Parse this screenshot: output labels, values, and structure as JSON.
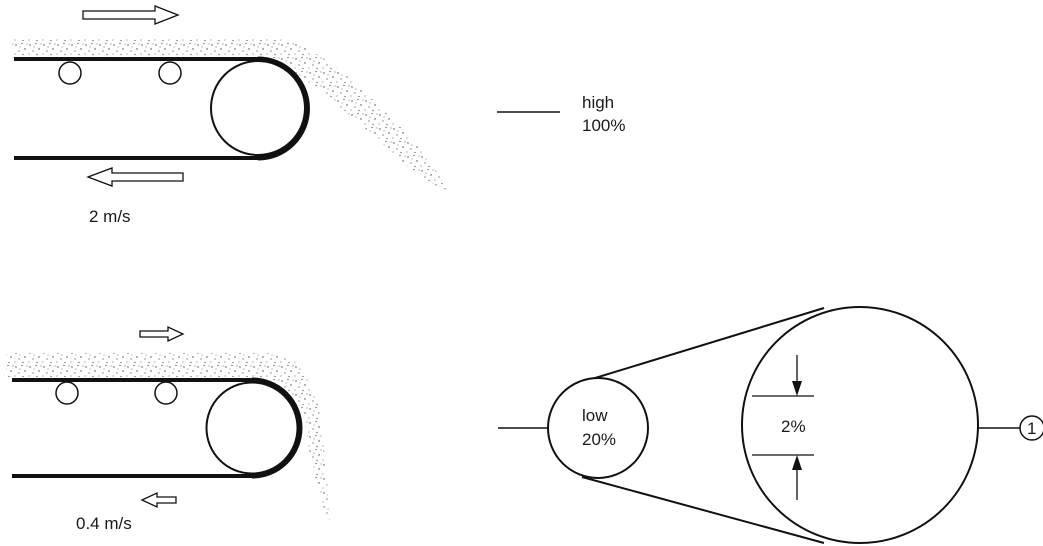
{
  "conveyor_high": {
    "speed_label": "2 m/s",
    "level_label": "high",
    "level_percent": "100%"
  },
  "conveyor_low": {
    "speed_label": "0.4 m/s",
    "level_label": "low",
    "level_percent": "20%"
  },
  "detail": {
    "gap_label": "2%",
    "callout_number": "1"
  }
}
